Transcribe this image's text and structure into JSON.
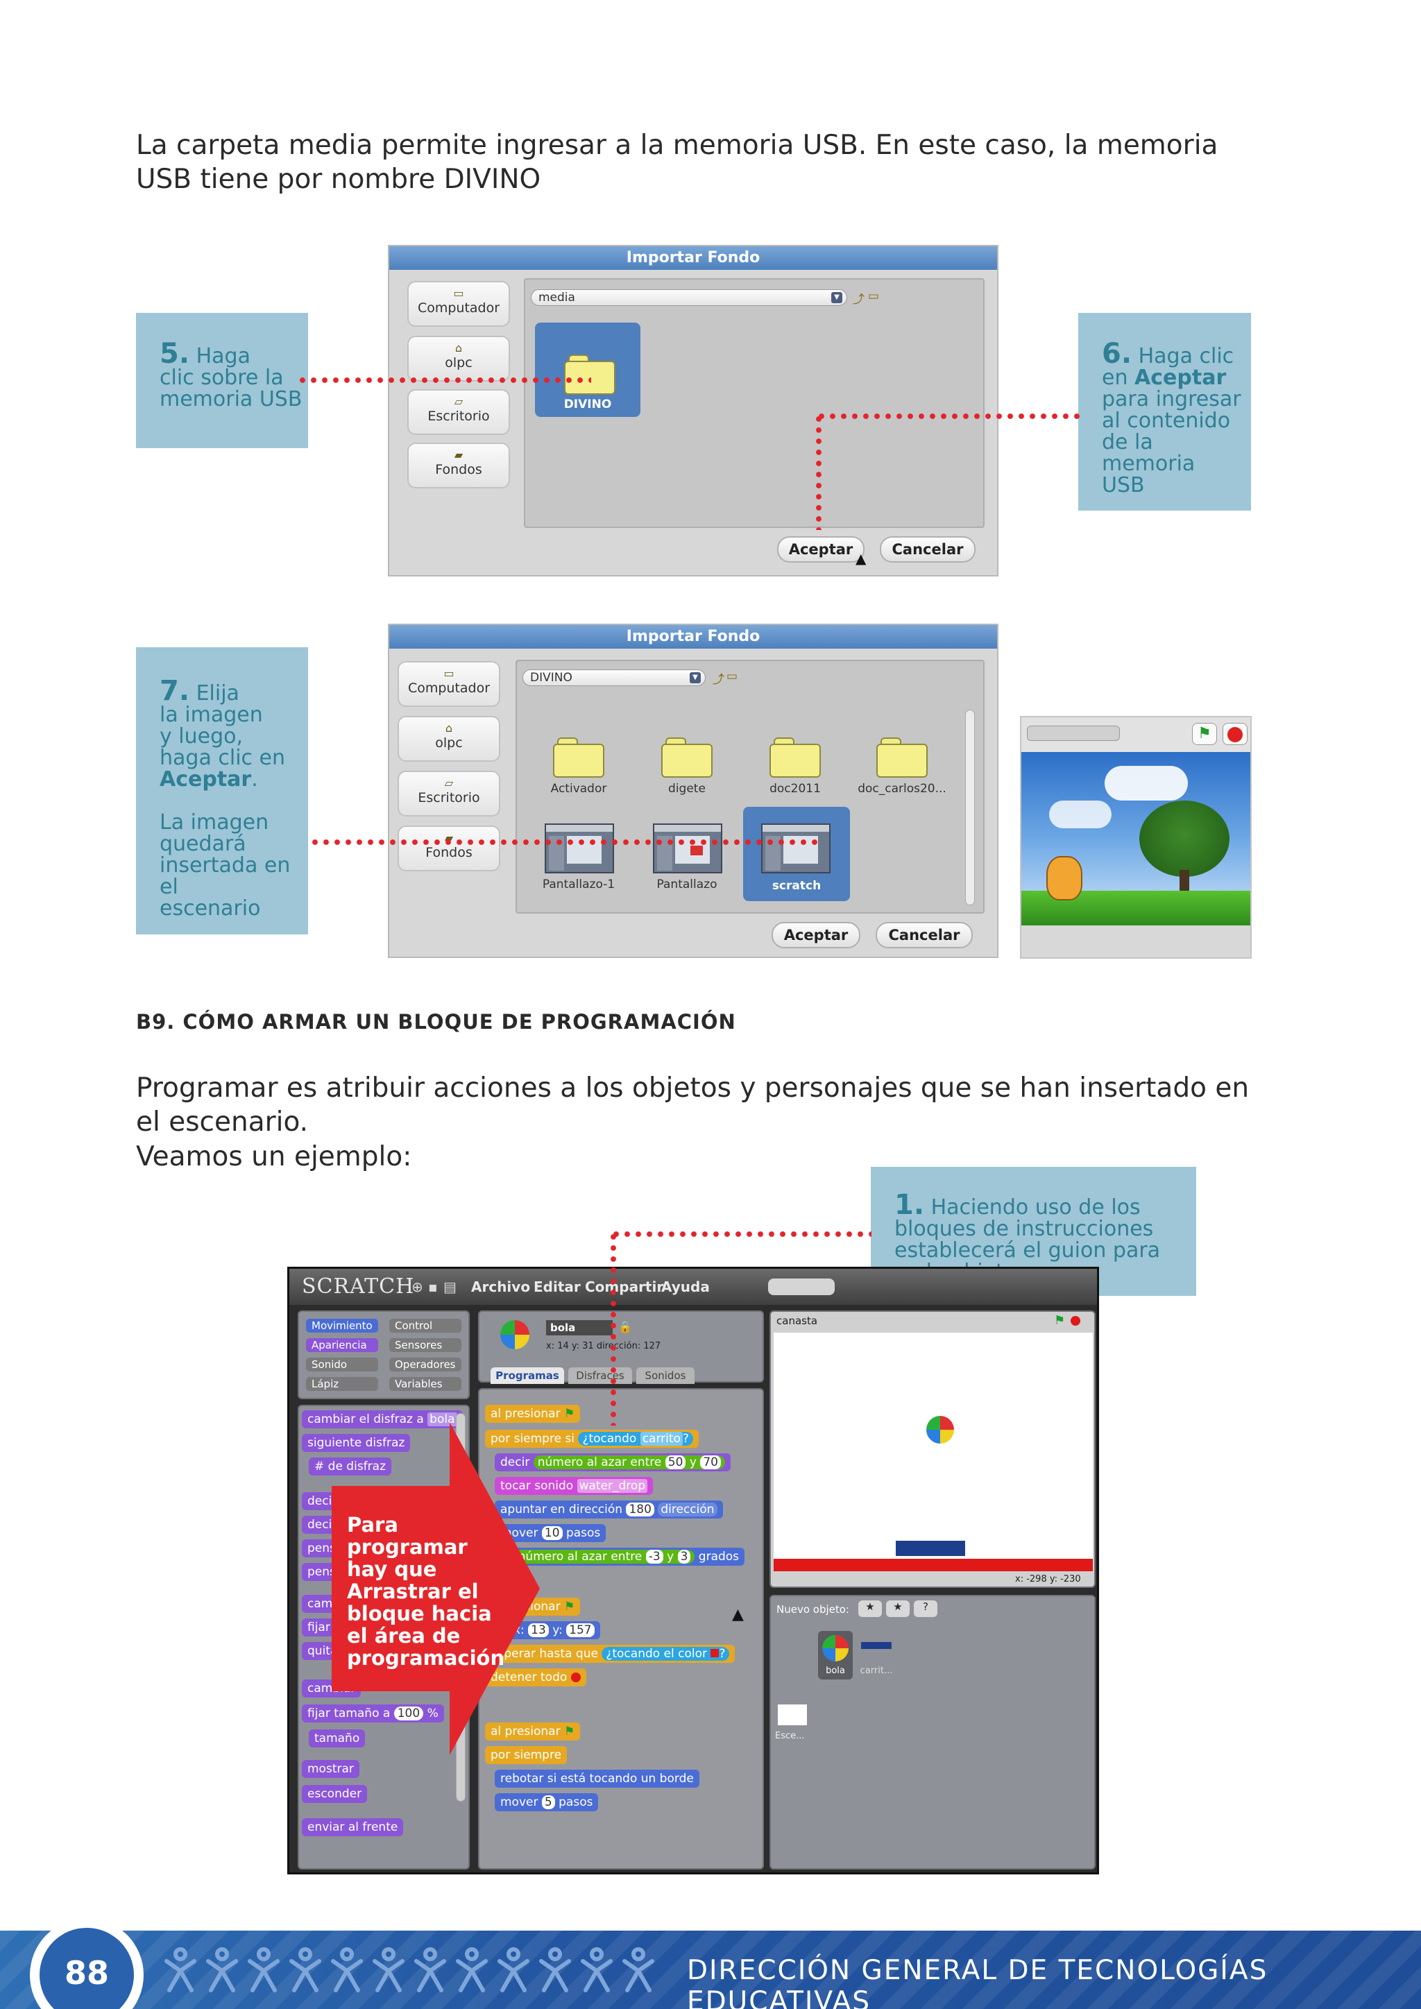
{
  "intro_text": "La carpeta media permite ingresar a la memoria USB. En este caso, la memoria USB tiene por nombre DIVINO",
  "dialog1": {
    "title": "Importar Fondo",
    "sidebar": [
      "Computador",
      "olpc",
      "Escritorio",
      "Fondos"
    ],
    "path": "media",
    "folder": "DIVINO",
    "ok": "Aceptar",
    "cancel": "Cancelar"
  },
  "callout5": {
    "num": "5.",
    "lines": [
      "Haga",
      "clic sobre la",
      "memoria USB"
    ]
  },
  "callout6": {
    "num": "6.",
    "pre": "Haga clic",
    "en": "en",
    "bold": "Aceptar",
    "lines": [
      "para ingresar",
      "al contenido",
      "de la memoria",
      "USB"
    ]
  },
  "dialog2": {
    "title": "Importar Fondo",
    "sidebar": [
      "Computador",
      "olpc",
      "Escritorio",
      "Fondos"
    ],
    "path": "DIVINO",
    "folders": [
      "Activador",
      "digete",
      "doc2011",
      "doc_carlos20..."
    ],
    "images": [
      "Pantallazo-1",
      "Pantallazo",
      "scratch"
    ],
    "ok": "Aceptar",
    "cancel": "Cancelar"
  },
  "callout7": {
    "num": "7.",
    "first": "Elija",
    "lines": [
      "la imagen",
      "y luego,",
      "haga clic en"
    ],
    "bold": "Aceptar",
    "period": ".",
    "lines2": [
      "La imagen",
      "quedará",
      "insertada en el",
      "escenario"
    ]
  },
  "section_title": "B9. CÓMO ARMAR UN BLOQUE DE PROGRAMACIÓN",
  "para1": "Programar es atribuir acciones a los objetos y personajes que se han insertado en el escenario.",
  "para2": "Veamos un ejemplo:",
  "callout1": {
    "num": "1.",
    "text": "Haciendo uso de los bloques de instrucciones establecerá el guion para cada objeto"
  },
  "scratch": {
    "logo": "SCRATCH",
    "menus": [
      "Archivo",
      "Editar",
      "Compartir",
      "Ayuda"
    ],
    "categories": [
      "Movimiento",
      "Control",
      "Apariencia",
      "Sensores",
      "Sonido",
      "Operadores",
      "Lápiz",
      "Variables"
    ],
    "sprite_name": "bola",
    "sprite_coords": "x: 14   y: 31   dirección: 127",
    "tabs": [
      "Programas",
      "Disfraces",
      "Sonidos"
    ],
    "palette": [
      "cambiar el disfraz a",
      "siguiente disfraz",
      "# de disfraz",
      "decir",
      "decir",
      "pensar",
      "pensar",
      "cambiar",
      "fijar e",
      "quitar",
      "cambiar",
      "fijar tamaño a",
      "tamaño",
      "mostrar",
      "esconder",
      "enviar al frente"
    ],
    "palette_vals": {
      "costume": "bola",
      "size": "100",
      "pct": "%"
    },
    "scripts": {
      "s1": [
        "al presionar",
        "por siempre si",
        "¿tocando",
        "carrito",
        "?",
        "decir",
        "número al azar entre",
        "50",
        "y",
        "70",
        "tocar sonido",
        "water_drop",
        "apuntar en dirección",
        "180",
        "dirección",
        "mover",
        "10",
        "pasos",
        "número al azar entre",
        "-3",
        "y",
        "3",
        "grados"
      ],
      "s2": [
        "al presionar",
        "ir a x:",
        "13",
        "y:",
        "157",
        "esperar hasta que",
        "¿tocando el color",
        "?",
        "detener todo"
      ],
      "s3": [
        "al presionar",
        "por siempre",
        "rebotar si está tocando un borde",
        "mover",
        "5",
        "pasos"
      ]
    },
    "stage_name": "canasta",
    "stage_coords": "x: -298   y: -230",
    "new_sprite": "Nuevo objeto:",
    "sprites": [
      "bola",
      "carrit..."
    ],
    "stage_label": "Esce..."
  },
  "arrow_text": [
    "Para",
    "programar",
    "hay que",
    "Arrastrar el",
    "bloque hacia",
    "el área de",
    "programación"
  ],
  "footer": {
    "page": "88",
    "text": "DIRECCIÓN GENERAL DE TECNOLOGÍAS EDUCATIVAS"
  },
  "colors": {
    "callout_bg": "#9ec6d6",
    "callout_text": "#2f7f95",
    "dots": "#e3242b",
    "footer": "#2355a0",
    "arrow": "#e3262b"
  }
}
